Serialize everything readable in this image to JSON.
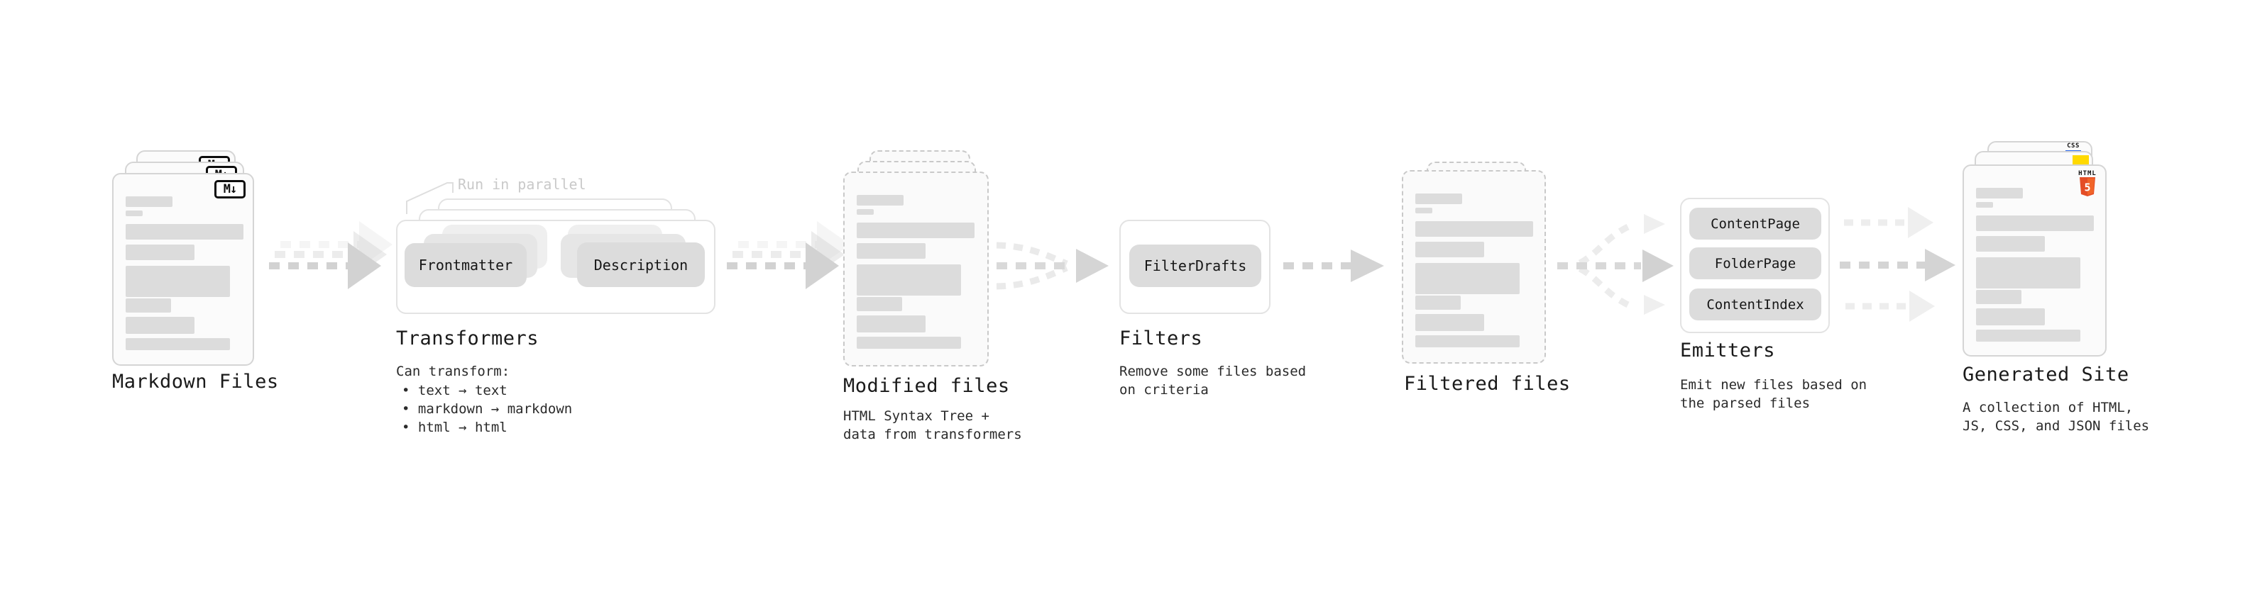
{
  "markdown": {
    "label": "Markdown Files",
    "badge": "M↓"
  },
  "transformers": {
    "label": "Transformers",
    "annotation": "Run in parallel",
    "button_left": "Frontmatter",
    "button_right": "Description",
    "desc_title": "Can transform:",
    "bullets": [
      "• text → text",
      "• markdown → markdown",
      "• html → html"
    ]
  },
  "modified": {
    "label": "Modified files",
    "desc1": "HTML Syntax Tree +",
    "desc2": "data from transformers"
  },
  "filters": {
    "label": "Filters",
    "button": "FilterDrafts",
    "desc1": "Remove some files based",
    "desc2": "on criteria"
  },
  "filtered": {
    "label": "Filtered files"
  },
  "emitters": {
    "label": "Emitters",
    "buttons": [
      "ContentPage",
      "FolderPage",
      "ContentIndex"
    ],
    "desc1": "Emit new files based on",
    "desc2": "the parsed files"
  },
  "generated": {
    "label": "Generated Site",
    "desc1": "A collection of HTML,",
    "desc2": "JS, CSS, and JSON files",
    "badges": {
      "css": "CSS",
      "html_text": "HTML",
      "html_number": "5"
    }
  },
  "colors": {
    "css_blue": "#2764e9",
    "js_yellow": "#ffd900",
    "html_orange": "#e44d26",
    "html_orange_light": "#f16529",
    "arrow_gray": "#d2d2d2"
  }
}
